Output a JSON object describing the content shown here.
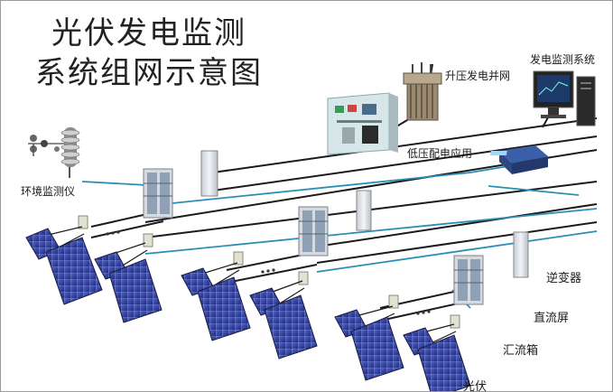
{
  "title": {
    "line1": "光伏发电监测",
    "line2": "系统组网示意图"
  },
  "labels": {
    "monitoring_system": "发电监测系统",
    "grid": "升压发电并网",
    "low_voltage": "低压配电应用",
    "env_monitor": "环境监测仪",
    "inverter": "逆变器",
    "dc_panel": "直流屏",
    "combiner": "汇流箱",
    "pv_array_partial": "光伏"
  },
  "colors": {
    "wire_dark": "#1b1b1b",
    "wire_comm": "#2a8fb8",
    "panel_blue": "#2f3f9c",
    "cabinet": "#e6e9ee"
  }
}
